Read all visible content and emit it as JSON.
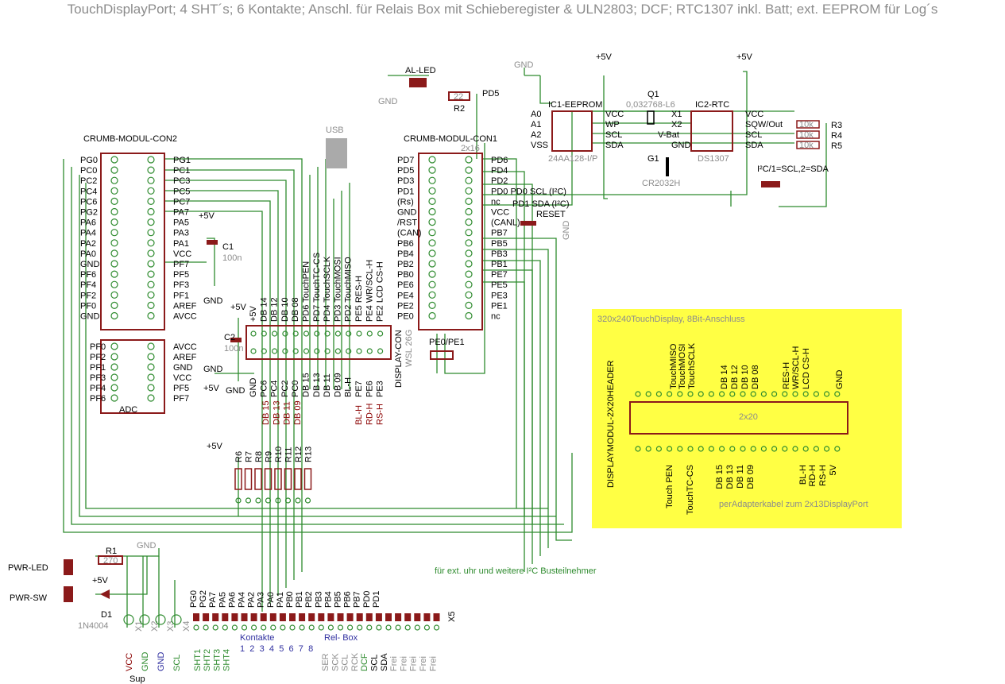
{
  "title": "TouchDisplayPort; 4 SHT´s; 6 Kontakte; Anschl. für Relais Box mit Schieberegister & ULN2803; DCF; RTC1307 inkl. Batt; ext. EEPROM für Log´s",
  "colors": {
    "wire": "#2e8b2e",
    "part": "#8b1a1a",
    "label": "#000000",
    "grey": "#8c8c8c",
    "highlight": "#ffff44",
    "note": "#3030a0"
  },
  "con2": {
    "name": "CRUMB-MODUL-CON2",
    "left": [
      "PG0",
      "PC0",
      "PC2",
      "PC4",
      "PC6",
      "PG2",
      "PA6",
      "PA4",
      "PA2",
      "PA0",
      "GND",
      "PF6",
      "PF4",
      "PF2",
      "PF0",
      "GND"
    ],
    "right": [
      "PG1",
      "PC1",
      "PC3",
      "PC5",
      "PC7",
      "PA7",
      "PA5",
      "PA3",
      "PA1",
      "VCC",
      "PF7",
      "PF5",
      "PF3",
      "PF1",
      "AREF",
      "AVCC"
    ]
  },
  "adc": {
    "name": "ADC",
    "left": [
      "PF0",
      "PF2",
      "PF1",
      "PF3",
      "PF4",
      "PF6"
    ],
    "right": [
      "AVCC",
      "AREF",
      "GND",
      "VCC",
      "PF5",
      "PF7"
    ]
  },
  "con1": {
    "name": "CRUMB-MODUL-CON1",
    "size": "2x16",
    "left": [
      "PD7",
      "PD5",
      "PD3",
      "PD1",
      "(Rs)",
      "GND",
      "/RST",
      "(CAN)",
      "PB6",
      "PB4",
      "PB2",
      "PB0",
      "PE6",
      "PE4",
      "PE2",
      "PE0"
    ],
    "right": [
      "PD6",
      "PD4",
      "PD2",
      "PD0  PD0 SCL (I²C)",
      "nc",
      "VCC",
      "(CANL)",
      "PB7",
      "PB5",
      "PB3",
      "PB1",
      "PE7",
      "PE5",
      "PE3",
      "PE1",
      "nc"
    ],
    "pd1": "PD1 SDA (I²C)",
    "reset": "RESET"
  },
  "display_con": {
    "name": "DISPLAY-CON",
    "type": "WSL 26G",
    "top_labels": [
      "+5V",
      "DB 14",
      "DB 12",
      "DB 10",
      "DB 08",
      "PD6 TouchPEN",
      "PD7 TouchTC-CS",
      "PD4 TouchSCLK",
      "PD3 TouchMOSI",
      "PD2 TouchMISO",
      "PE5 RES-H",
      "PE4 WR/SCL-H",
      "PE2 LCD CS-H"
    ],
    "bottom_labels": [
      "GND",
      "PC6",
      "PC4",
      "PC2",
      "PC0",
      "DB 15",
      "DB 13",
      "DB 11",
      "DB 09",
      "BL-H",
      "PE7",
      "PE6",
      "PE3"
    ],
    "bottom_red": [
      "DB 15",
      "DB 13",
      "DB 11",
      "DB 09",
      "BL-H",
      "RD-H",
      "RS-H"
    ]
  },
  "usb": "USB",
  "al_led": "AL-LED",
  "r2": {
    "name": "R2",
    "value": "22"
  },
  "pd5": "PD5",
  "pe0pe1": "PE0/PE1",
  "c1": {
    "name": "C1",
    "value": "100n"
  },
  "c2": {
    "name": "C2",
    "value": "100n"
  },
  "gnd": "GND",
  "plus5v": "+5V",
  "ic1": {
    "name": "IC1-EEPROM",
    "part": "24AA128-I/P",
    "left": [
      "A0",
      "A1",
      "A2",
      "VSS"
    ],
    "right": [
      "VCC",
      "WP",
      "SCL",
      "SDA"
    ]
  },
  "ic2": {
    "name": "IC2-RTC",
    "part": "DS1307",
    "left": [
      "X1",
      "X2",
      "V-Bat",
      "GND"
    ],
    "right": [
      "VCC",
      "SQW/Out",
      "SCL",
      "SDA"
    ]
  },
  "q1": {
    "name": "Q1",
    "value": "0,032768-L6"
  },
  "g1": {
    "name": "G1",
    "value": "CR2032H"
  },
  "r345": [
    "R3",
    "R4",
    "R5"
  ],
  "r345val": "10k",
  "i2c_note": "I²C/1=SCL,2=SDA",
  "display_box": {
    "title": "320x240TouchDisplay, 8Bit-Anschluss",
    "header": "DISPLAYMODUL-2X20HEADER",
    "size": "2x20",
    "top": [
      "TouchMISO",
      "TouchMOSI",
      "TouchSCLK",
      "DB 14",
      "DB 12",
      "DB 10",
      "DB 08",
      "RES-H",
      "WR/SCL-H",
      "LCD CS-H",
      "GND"
    ],
    "bottom": [
      "Touch PEN",
      "TouchTC-CS",
      "DB 15",
      "DB 13",
      "DB 11",
      "DB 09",
      "BL-H",
      "RD-H",
      "RS-H",
      "5V"
    ],
    "note": "perAdapterkabel zum 2x13DisplayPort"
  },
  "resistors_bank": [
    "R6",
    "R7",
    "R8",
    "R9",
    "R10",
    "R11",
    "R12",
    "R13"
  ],
  "pwr": {
    "led": "PWR-LED",
    "sw": "PWR-SW",
    "r1": "R1",
    "r1v": "270",
    "d1": "D1",
    "d1v": "1N4004"
  },
  "bus_note": "für ext. uhr und weitere  I²C Busteilnehmer",
  "x5": "X5",
  "header_top": [
    "PG0",
    "PG2",
    "PA7",
    "PA5",
    "PA6",
    "PA4",
    "PA2",
    "PA3",
    "PA0",
    "PA1",
    "PB0",
    "PB1",
    "PB2",
    "PB3",
    "PB4",
    "PB5",
    "PB6",
    "PB7",
    "PD0",
    "PD1"
  ],
  "sup": {
    "label": "Sup",
    "pins": [
      "VCC",
      "GND",
      "GND",
      "SCL"
    ],
    "ids": [
      "X1",
      "X2",
      "X3",
      "X4"
    ]
  },
  "sht": [
    "SHT1",
    "SHT2",
    "SHT3",
    "SHT4"
  ],
  "kontakte_label": "Kontakte",
  "relbox_label": "Rel- Box",
  "kontakte": [
    "1",
    "2",
    "3",
    "4",
    "5",
    "6",
    "7",
    "8"
  ],
  "bottom_pins": [
    "SER",
    "SCK",
    "SCL",
    "RCK",
    "DCF",
    "SCL",
    "SDA",
    "Frei",
    "Frei",
    "Frei",
    "Frei",
    "Frei"
  ]
}
